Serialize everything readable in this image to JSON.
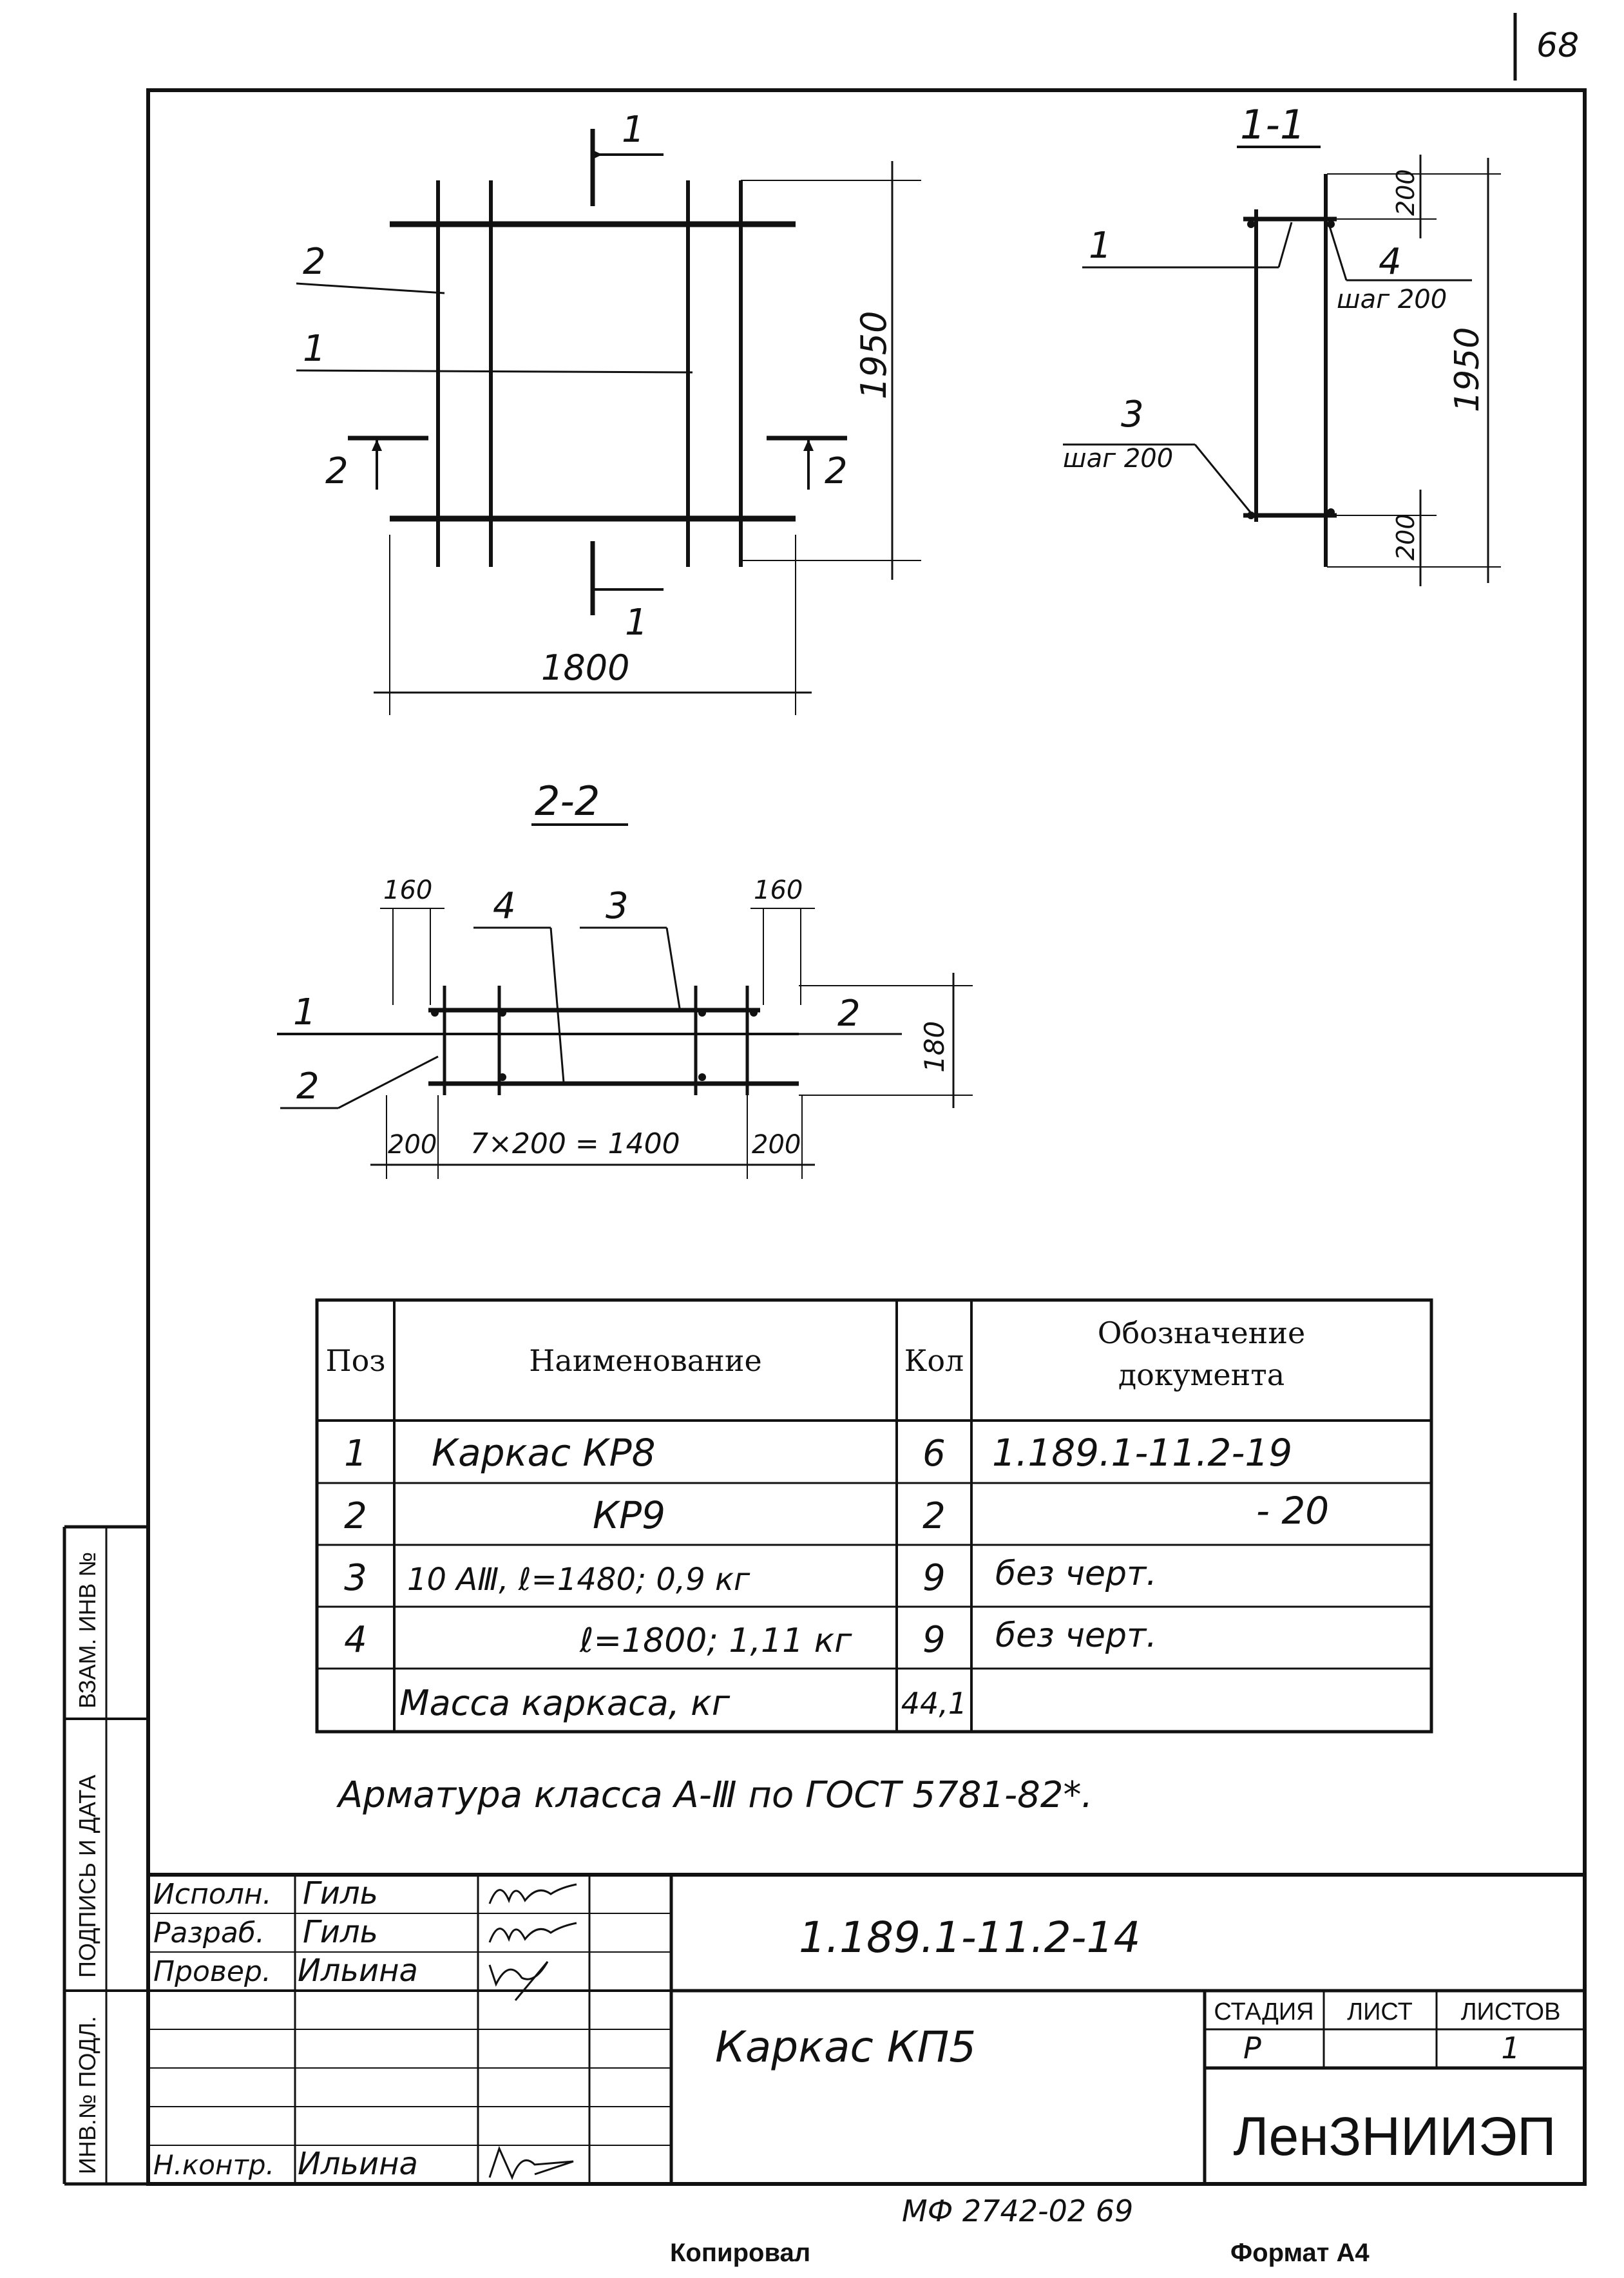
{
  "sheet_number": "68",
  "section_1_1_label": "1-1",
  "section_2_2_label": "2-2",
  "plan": {
    "dim_width": "1800",
    "dim_height": "1950",
    "cut_1_top": "1",
    "cut_1_bottom": "1",
    "cut_2_left": "2",
    "cut_2_right": "2",
    "leader_2": "2",
    "leader_1": "1"
  },
  "section_1_1": {
    "leader_1": "1",
    "leader_4": "4",
    "step_4": "шаг 200",
    "leader_3": "3",
    "step_3": "шаг 200",
    "dim_top": "200",
    "dim_bottom": "200",
    "dim_height": "1950"
  },
  "section_2_2": {
    "dim_left_160": "160",
    "dim_right_160": "160",
    "leader_4": "4",
    "leader_3": "3",
    "leader_1": "1",
    "leader_2_left": "2",
    "leader_2_right": "2",
    "dim_height_180": "180",
    "dim_left_200": "200",
    "dim_middle": "7×200 = 1400",
    "dim_right_200": "200"
  },
  "spec_table": {
    "headers": {
      "pos": "Поз",
      "name": "Наименование",
      "qty": "Кол",
      "doc_line1": "Обозначение",
      "doc_line2": "документа"
    },
    "rows": [
      {
        "pos": "1",
        "name": "Каркас КР8",
        "qty": "6",
        "doc": "1.189.1-11.2-19"
      },
      {
        "pos": "2",
        "name": "КР9",
        "qty": "2",
        "doc": "- 20"
      },
      {
        "pos": "3",
        "name": "10 АⅢ, ℓ=1480; 0,9 кг",
        "qty": "9",
        "doc": "без черт."
      },
      {
        "pos": "4",
        "name": "ℓ=1800; 1,11 кг",
        "qty": "9",
        "doc": "без черт."
      },
      {
        "pos": "",
        "name": "Масса каркаса, кг",
        "qty": "44,1",
        "doc": ""
      }
    ]
  },
  "note": "Арматура класса А-Ⅲ по ГОСТ 5781-82*.",
  "side_stamp": {
    "inv_zam": "ВЗАМ. ИНВ №",
    "sign_date": "ПОДПИСЬ И ДАТА",
    "inv_podl": "ИНВ.№ ПОДЛ."
  },
  "title_block": {
    "roles": [
      {
        "role": "Исполн.",
        "name": "Гиль"
      },
      {
        "role": "Разраб.",
        "name": "Гиль"
      },
      {
        "role": "Провер.",
        "name": "Ильина"
      },
      {
        "role": "",
        "name": ""
      },
      {
        "role": "",
        "name": ""
      },
      {
        "role": "",
        "name": ""
      },
      {
        "role": "Н.контр.",
        "name": "Ильина"
      }
    ],
    "designation": "1.189.1-11.2-14",
    "title": "Каркас КП5",
    "stage_label": "СТАДИЯ",
    "sheet_label": "ЛИСТ",
    "sheets_label": "ЛИСТОВ",
    "stage_value": "Р",
    "sheet_value": "",
    "sheets_value": "1",
    "organization": "ЛенЗНИИЭП"
  },
  "footer": {
    "archive_number": "МФ 2742-02  69",
    "copied": "Копировал",
    "format": "Формат А4"
  }
}
